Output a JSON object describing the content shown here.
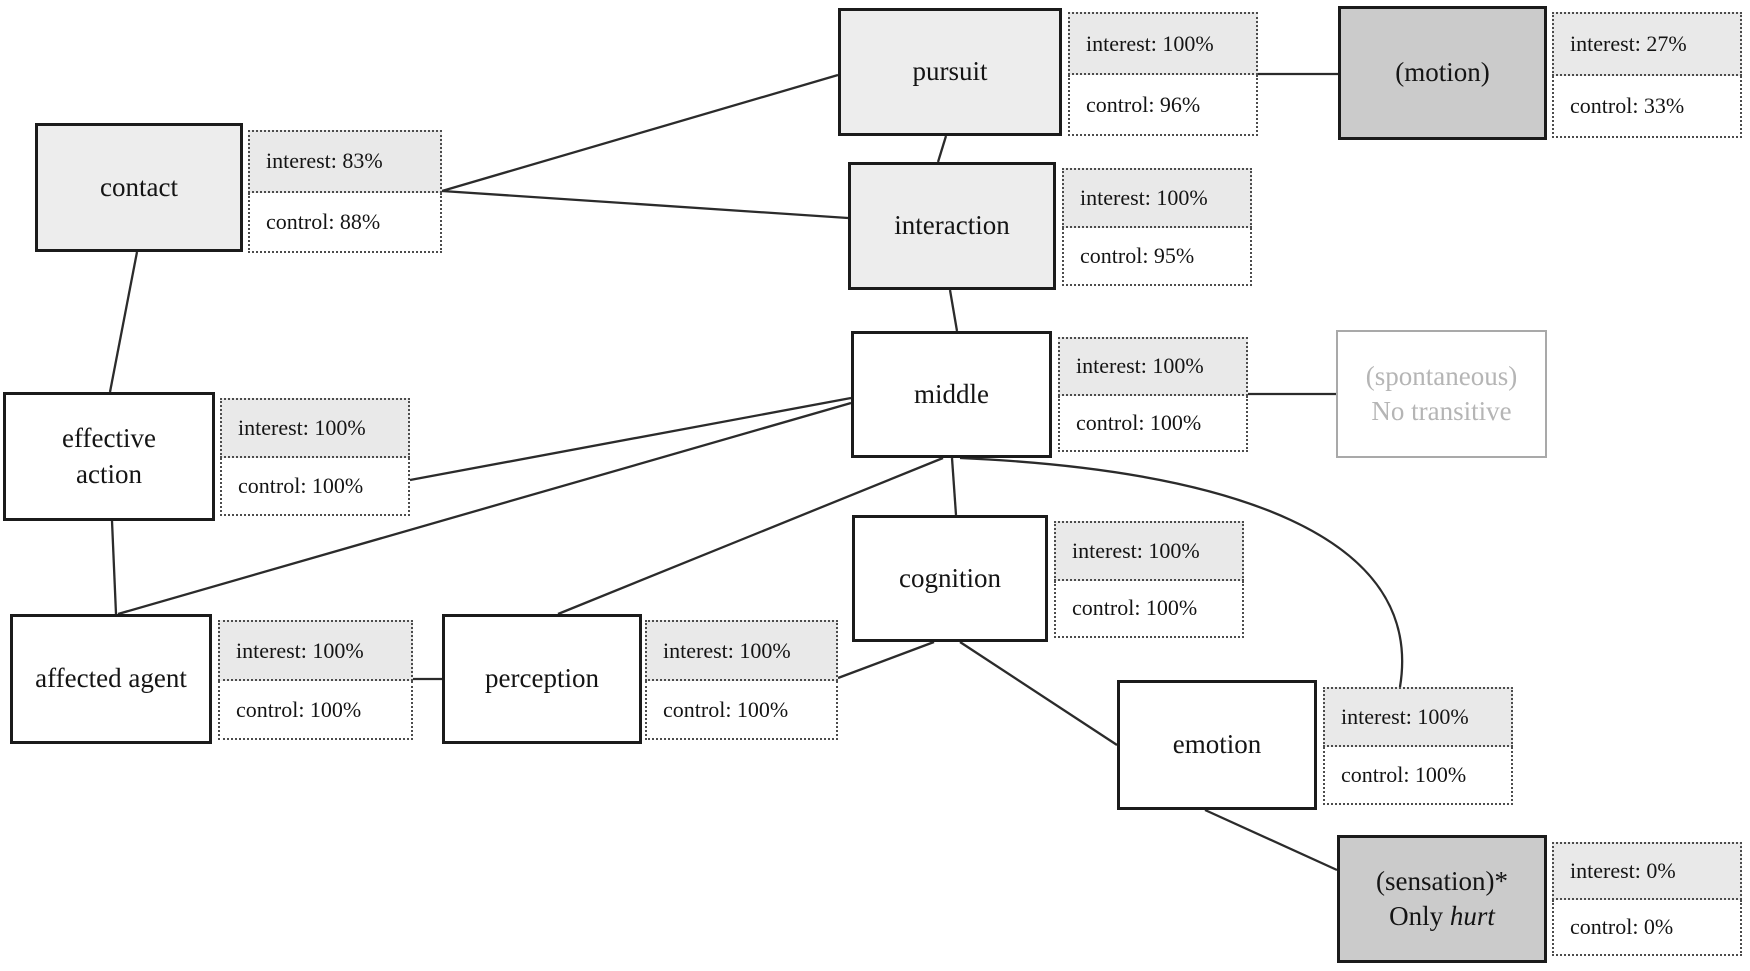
{
  "nodes": [
    {
      "id": "contact",
      "label": "contact",
      "interest": "interest: 83%",
      "control": "control: 88%"
    },
    {
      "id": "pursuit",
      "label": "pursuit",
      "interest": "interest: 100%",
      "control": "control: 96%"
    },
    {
      "id": "motion",
      "label": "(motion)",
      "interest": "interest: 27%",
      "control": "control: 33%"
    },
    {
      "id": "interaction",
      "label": "interaction",
      "interest": "interest: 100%",
      "control": "control: 95%"
    },
    {
      "id": "middle",
      "label": "middle",
      "interest": "interest: 100%",
      "control": "control: 100%"
    },
    {
      "id": "spontaneous",
      "label_line1": "(spontaneous)",
      "label_line2": "No transitive"
    },
    {
      "id": "effective-action",
      "label_line1": "effective",
      "label_line2": "action",
      "interest": "interest: 100%",
      "control": "control: 100%"
    },
    {
      "id": "cognition",
      "label": "cognition",
      "interest": "interest: 100%",
      "control": "control: 100%"
    },
    {
      "id": "affected-agent",
      "label": "affected agent",
      "interest": "interest: 100%",
      "control": "control: 100%"
    },
    {
      "id": "perception",
      "label": "perception",
      "interest": "interest: 100%",
      "control": "control: 100%"
    },
    {
      "id": "emotion",
      "label": "emotion",
      "interest": "interest: 100%",
      "control": "control: 100%"
    },
    {
      "id": "sensation",
      "label_line1": "(sensation)*",
      "label_line2_prefix": "Only ",
      "label_line2_italic": "hurt",
      "interest": "interest: 0%",
      "control": "control: 0%"
    }
  ],
  "edges": [
    {
      "from": "contact",
      "to": "pursuit"
    },
    {
      "from": "contact",
      "to": "interaction"
    },
    {
      "from": "contact",
      "to": "effective-action"
    },
    {
      "from": "pursuit",
      "to": "interaction"
    },
    {
      "from": "pursuit",
      "to": "motion"
    },
    {
      "from": "interaction",
      "to": "middle"
    },
    {
      "from": "middle",
      "to": "spontaneous"
    },
    {
      "from": "effective-action",
      "to": "middle"
    },
    {
      "from": "affected-agent",
      "to": "middle"
    },
    {
      "from": "effective-action",
      "to": "affected-agent"
    },
    {
      "from": "middle",
      "to": "perception"
    },
    {
      "from": "middle",
      "to": "cognition"
    },
    {
      "from": "middle",
      "to": "emotion"
    },
    {
      "from": "cognition",
      "to": "perception"
    },
    {
      "from": "cognition",
      "to": "emotion"
    },
    {
      "from": "emotion",
      "to": "sensation"
    },
    {
      "from": "affected-agent",
      "to": "perception"
    }
  ],
  "colors": {
    "box_light_fill": "#ededed",
    "box_dark_fill": "#cbcbcb",
    "box_white_fill": "#ffffff",
    "ghost_border": "#a9a9a9",
    "ghost_text": "#b5b5b5",
    "interest_cell_bg": "#e9e9e9",
    "solid_border": "#1b1b1b",
    "edge_stroke": "#2b2b2b"
  }
}
